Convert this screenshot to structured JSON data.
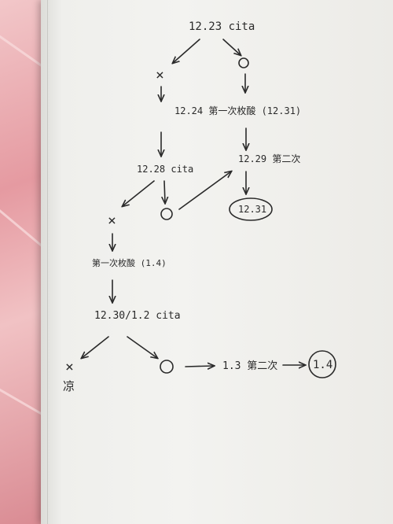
{
  "nodes": {
    "n1": "12.23 cita",
    "n2": "12.24 第一次枚酸 (12.31)",
    "n3": "12.28 cita",
    "n4": "12.29 第二次",
    "n5": "12.31",
    "n6": "第一次枚酸 (1.4)",
    "n7": "12.30/1.2 cita",
    "n8": "1.3 第二次",
    "n9": "1.4",
    "n10": "凉"
  },
  "symbols": {
    "cross": "×",
    "circle": "○"
  }
}
